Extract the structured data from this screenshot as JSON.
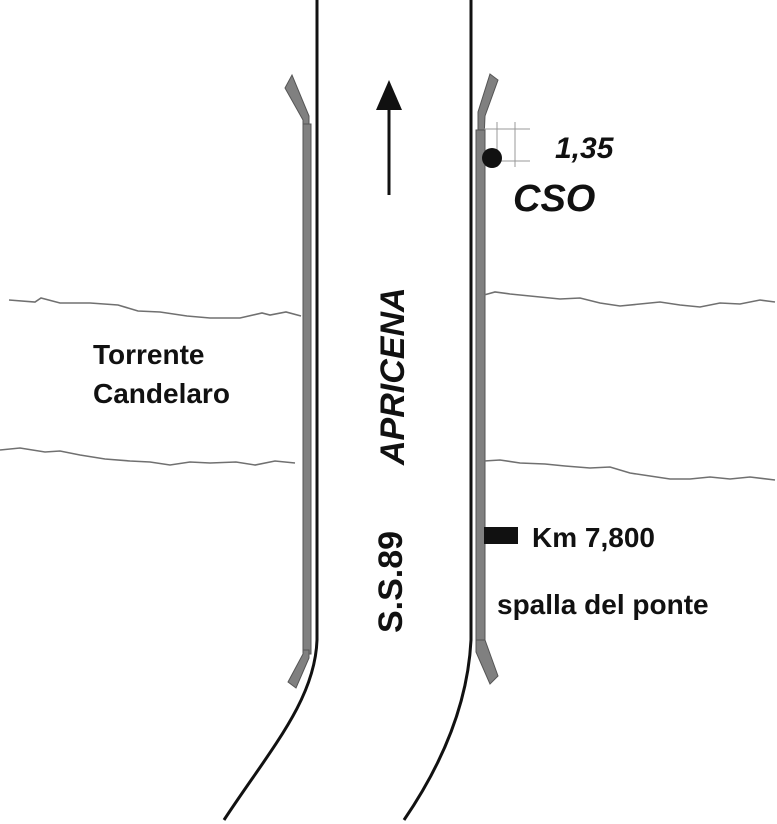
{
  "road": {
    "name": "S.S.89",
    "direction": "APRICENA"
  },
  "river": {
    "name_line1": "Torrente",
    "name_line2": "Candelaro"
  },
  "cso": {
    "value": "1,35",
    "label": "CSO"
  },
  "marker": {
    "km_label": "Km 7,800",
    "note": "spalla del ponte"
  },
  "colors": {
    "road_line": "#111111",
    "bridge_rail": "#808080",
    "river_line": "#707070",
    "grid": "#999999"
  }
}
